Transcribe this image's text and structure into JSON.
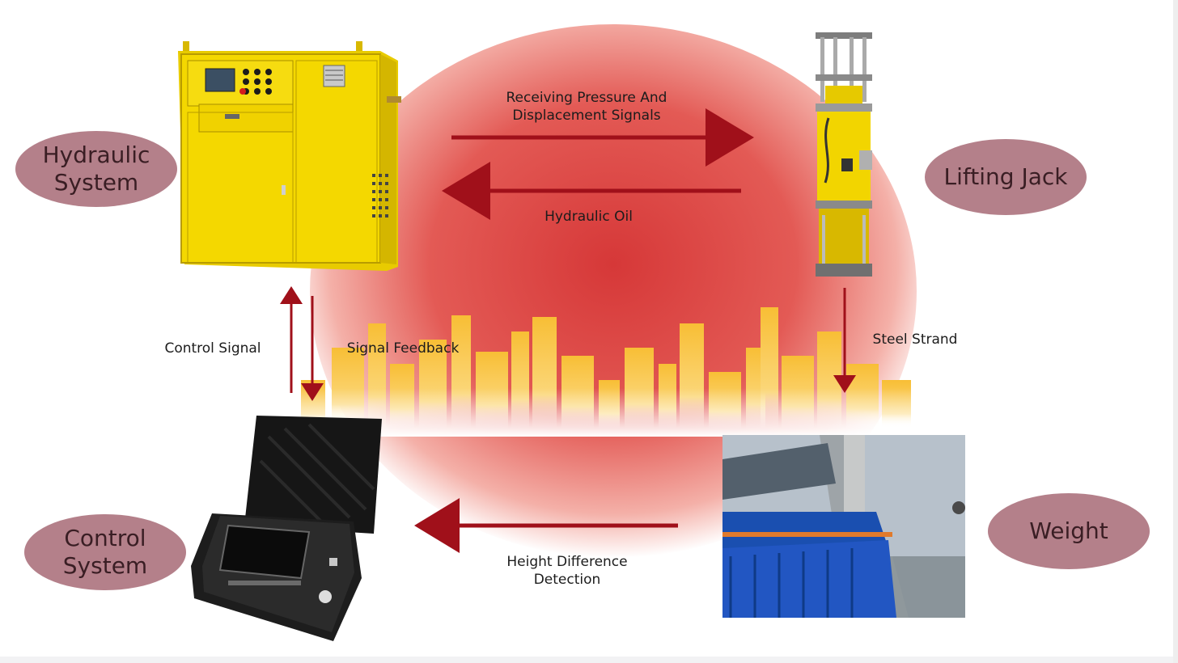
{
  "nodes": {
    "hydraulic": "Hydraulic\nSystem",
    "jack": "Lifting Jack",
    "control": "Control\nSystem",
    "weight": "Weight"
  },
  "flows": {
    "pressure": "Receiving Pressure And\nDisplacement Signals",
    "oil": "Hydraulic Oil",
    "control_signal": "Control Signal",
    "feedback": "Signal Feedback",
    "strand": "Steel Strand",
    "height": "Height Difference\nDetection"
  },
  "colors": {
    "arrow": "#a0101a",
    "ellipse": "#b4808a",
    "sun": "#d83a3a",
    "city": "#f8c23a",
    "machine_yellow": "#f2d400",
    "case_black": "#141414",
    "beam_blue": "#1a4fb0"
  },
  "icons": {
    "hydraulic": "hydraulic-pump-station-icon",
    "jack": "lifting-jack-icon",
    "control": "control-case-icon",
    "weight": "bridge-structure-photo-icon"
  }
}
